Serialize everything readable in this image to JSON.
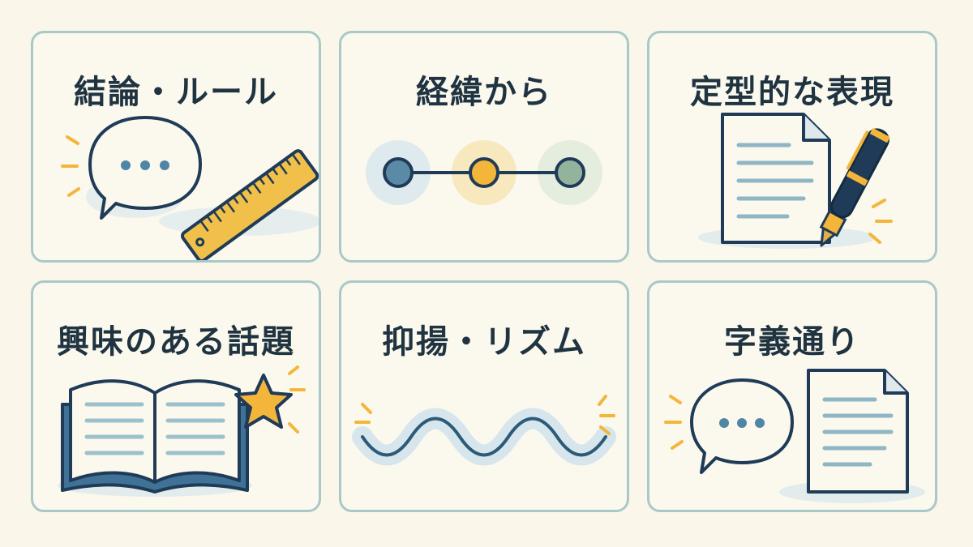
{
  "cards": [
    {
      "title": "結論・ルール",
      "icons": [
        "speech-bubble-icon",
        "ruler-icon",
        "sparkle-icon"
      ]
    },
    {
      "title": "経緯から",
      "icons": [
        "timeline-icon"
      ]
    },
    {
      "title": "定型的な表現",
      "icons": [
        "document-icon",
        "fountain-pen-icon",
        "sparkle-icon"
      ]
    },
    {
      "title": "興味のある話題",
      "icons": [
        "open-book-icon",
        "star-icon",
        "sparkle-icon"
      ]
    },
    {
      "title": "抑揚・リズム",
      "icons": [
        "wave-icon",
        "sparkle-icon"
      ]
    },
    {
      "title": "字義通り",
      "icons": [
        "speech-bubble-icon",
        "document-icon",
        "sparkle-icon"
      ]
    }
  ],
  "colors": {
    "background": "#faf6ea",
    "card_border": "#a9c9c9",
    "title_text": "#1f3340",
    "navy": "#1f3b57",
    "accent_yellow": "#f3b63a",
    "accent_blue": "#4f86a6",
    "accent_green": "#8fae96"
  }
}
